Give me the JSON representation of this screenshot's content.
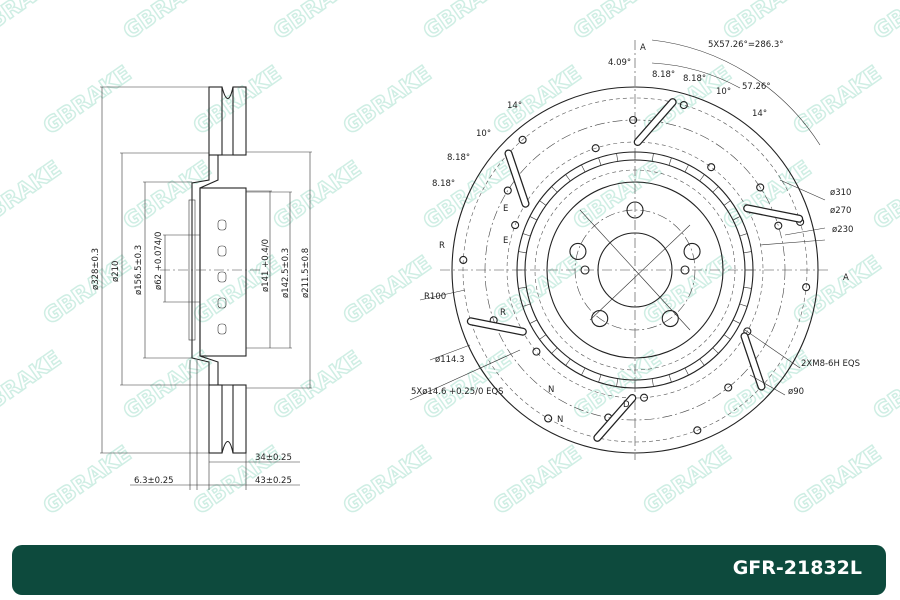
{
  "watermark": "GBRAKE",
  "part_number": "GFR-21832L",
  "side_view": {
    "dims": [
      "ø328±0.3",
      "ø210",
      "ø156.5±0.3",
      "ø62 +0.074/0",
      "ø141 +0.4/0",
      "ø142.5±0.3",
      "ø211.5±0.8",
      "34±0.25",
      "6.3±0.25",
      "43±0.25"
    ]
  },
  "front_view": {
    "labels": {
      "pitch_total": "5X57.26°=286.3°",
      "a_top": "A",
      "a_right": "A",
      "a409": "4.09°",
      "a818a": "8.18°",
      "a818b": "8.18°",
      "a5726": "57.26°",
      "a10r": "10°",
      "a14r": "14°",
      "a14l": "14°",
      "a10l": "10°",
      "a818c": "8.18°",
      "a818d": "8.18°",
      "d310": "ø310",
      "d270": "ø270",
      "d230": "ø230",
      "e1": "E",
      "e2": "E",
      "r1": "R",
      "r100": "R100",
      "r2": "R",
      "d1143": "ø114.3",
      "holes": "5Xø14.6 +0.25/0 EQS",
      "m8": "2XM8-6H EQS",
      "d90": "ø90",
      "n1": "N",
      "n2": "N",
      "d": "D"
    }
  },
  "colors": {
    "banner": "#0d4a3d",
    "watermark": "#cfeee4"
  }
}
